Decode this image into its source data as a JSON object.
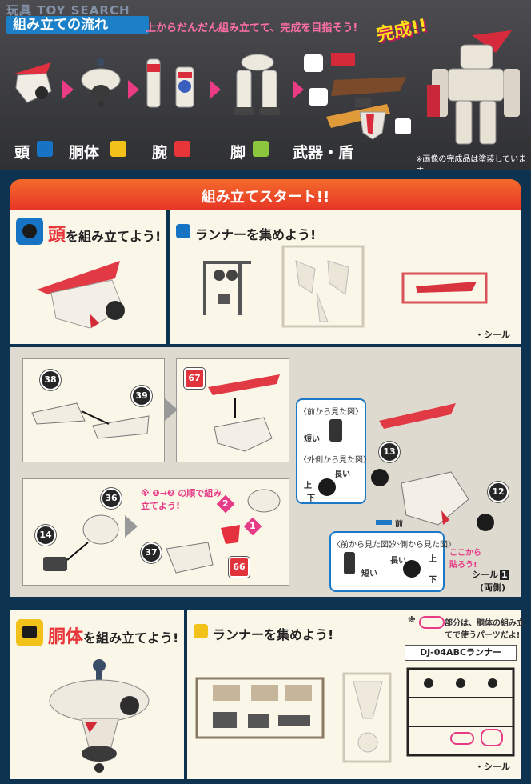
{
  "watermark": "玩具 TOY SEARCH",
  "banner": {
    "title": "組み立ての流れ",
    "subtitle": "上からだんだん組み立てて、完成を目指そう!",
    "complete": "完成!!",
    "categories": [
      {
        "label": "頭"
      },
      {
        "label": "胴体"
      },
      {
        "label": "腕"
      },
      {
        "label": "脚"
      },
      {
        "label": "武器・盾"
      }
    ],
    "note": "※画像の完成品は塗装しています。"
  },
  "start": {
    "title": "組み立てスタート!!"
  },
  "head_section": {
    "heading_accent": "頭",
    "heading_rest": "を組み立てよう!",
    "runner_heading": "ランナーを集めよう!",
    "seal_label": "・シール"
  },
  "head_steps": {
    "parts_a": [
      "38",
      "39"
    ],
    "part_67": "67",
    "order_note": "※ ❶→❷ の順で組み立てよう!",
    "parts_b": [
      "36",
      "14",
      "37"
    ],
    "step1": "1",
    "step2": "2",
    "part_66": "66",
    "part_13": "13",
    "part_12": "12",
    "view_front": "〈前から見た図〉",
    "view_side": "〈外側から見た図〉",
    "short_label": "短い",
    "long_label": "長い",
    "up_label": "上",
    "down_label": "下",
    "front_label": "前",
    "paste_here": "ここから貼ろう!",
    "seal_1": "シール",
    "seal_1_num": "1",
    "both_sides": "(両側)"
  },
  "body_section": {
    "heading_accent": "胴体",
    "heading_rest": "を組み立てよう!",
    "runner_heading": "ランナーを集めよう!",
    "note_prefix": "※",
    "note_text": "部分は、胴体の組み立てで使うパーツだよ!",
    "runner_name": "DJ-04ABCランナー",
    "seal_label": "・シール"
  },
  "colors": {
    "accent_blue": "#1773c4",
    "accent_red": "#e7353a",
    "accent_pink": "#ec3b85",
    "accent_orange": "#f46a2b",
    "icon_yellow": "#f2c21b"
  }
}
